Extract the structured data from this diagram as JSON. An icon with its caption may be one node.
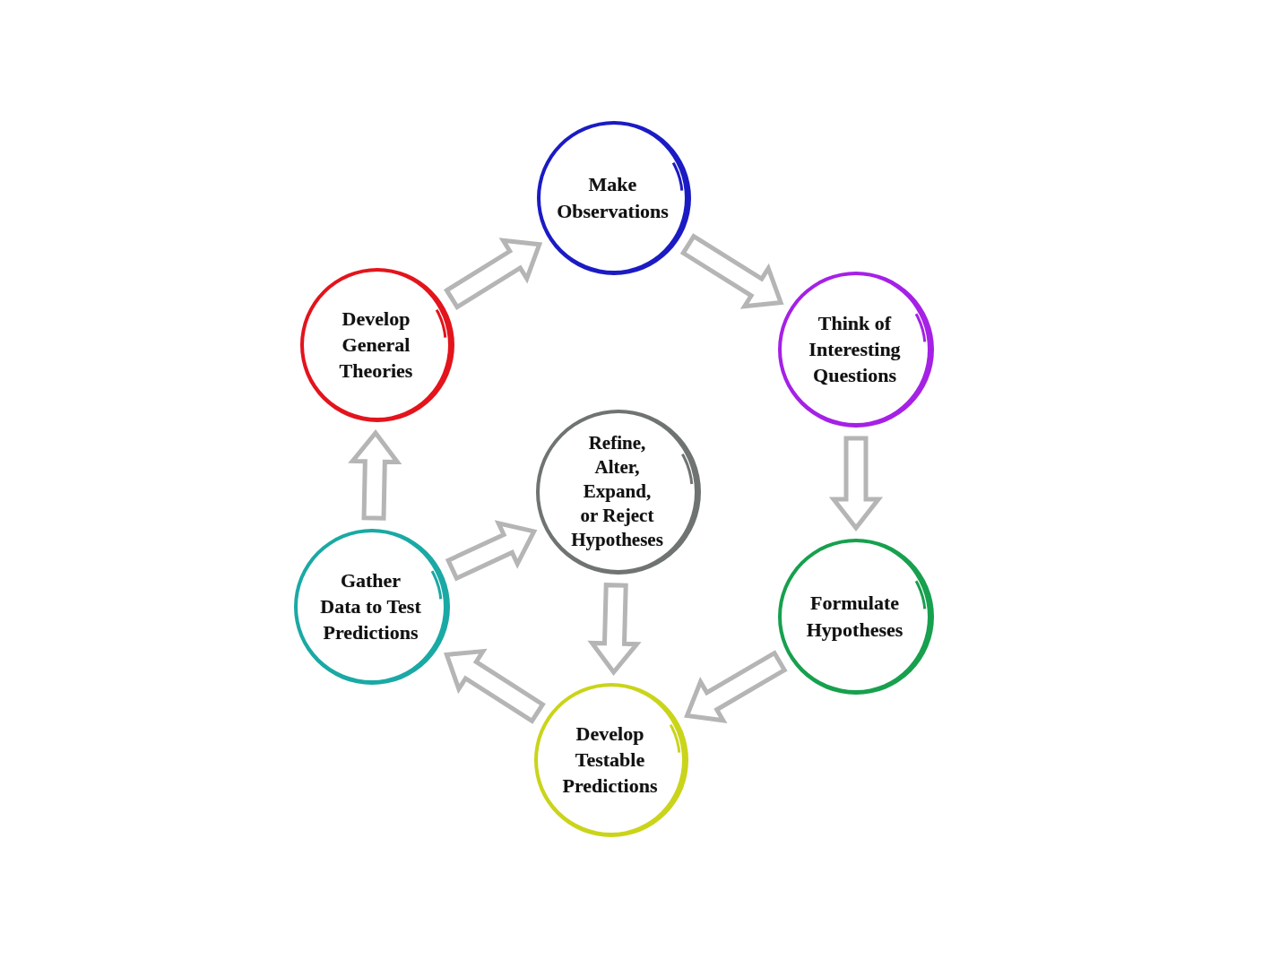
{
  "diagram": {
    "nodes": [
      {
        "text": [
          "Make Observations"
        ]
      },
      {
        "text": [
          "Develop General Theories"
        ]
      },
      {
        "text": [
          "Think of Interesting Questions"
        ]
      },
      {
        "text": [
          "Refine, Alter, Expand, or Reject Hypotheses"
        ]
      },
      {
        "text": [
          "Gather Data to Test Predictions"
        ]
      },
      {
        "text": [
          "Formulate Hypotheses"
        ]
      },
      {
        "text": [
          "Develop Testable Predictions"
        ]
      }
    ],
    "edges": [
      {
        "from": 1,
        "to": 0,
        "arrow": "to"
      },
      {
        "from": 0,
        "to": 2,
        "arrow": "to"
      },
      {
        "from": 2,
        "to": 5,
        "arrow": "to"
      },
      {
        "from": 5,
        "to": 6,
        "arrow": "to"
      },
      {
        "from": 6,
        "to": 4,
        "arrow": "to"
      },
      {
        "from": 4,
        "to": 1,
        "arrow": "to"
      },
      {
        "from": 4,
        "to": 3,
        "arrow": "to"
      },
      {
        "from": 3,
        "to": 6,
        "arrow": "to"
      }
    ]
  }
}
